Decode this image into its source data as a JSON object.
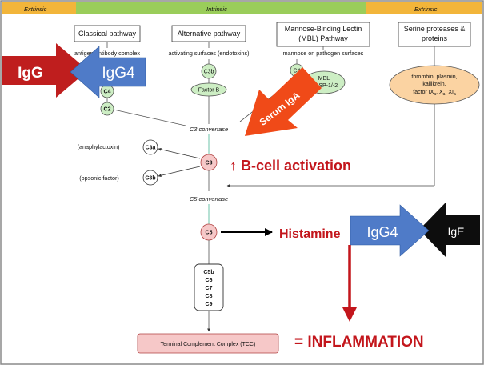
{
  "bands": {
    "extrinsic_left": "Extrinsic",
    "intrinsic": "Intrinsic",
    "extrinsic_right": "Extrinsic"
  },
  "pathways": {
    "classical": "Classical pathway",
    "alternative": "Alternative pathway",
    "mbl_line1": "Mannose-Binding Lectin",
    "mbl_line2": "(MBL) Pathway",
    "serine_line1": "Serine proteases &",
    "serine_line2": "proteins"
  },
  "triggers": {
    "classical": "antigen-antibody complex",
    "alternative": "activating surfaces (endotoxins)",
    "mbl": "mannose on pathogen surfaces"
  },
  "serine_proteins": {
    "line1": "thrombin, plasmin,",
    "line2": "kallikrein,",
    "line3": "factor IX",
    "line3_sub1": "a",
    "line3_mid": ", X",
    "line3_sub2": "a",
    "line3_mid2": ", XI",
    "line3_sub3": "a"
  },
  "nodes": {
    "c4_classical": "C4",
    "c2": "C2",
    "c3b_alt": "C3b",
    "factor_b": "Factor B",
    "c4_mbl": "C4",
    "mbl_line1": "MBL",
    "mbl_line2": "MASP-1/-2",
    "c3_convertase": "C3 convertase",
    "c3a": "C3a",
    "c3a_label": "(anaphylactoxin)",
    "c3": "C3",
    "c3b": "C3b",
    "c3b_label": "(opsonic factor)",
    "c5_convertase": "C5 convertase",
    "c5": "C5",
    "mac": [
      "C5b",
      "C6",
      "C7",
      "C8",
      "C9"
    ],
    "tcc": "Terminal Complement Complex (TCC)"
  },
  "overlays": {
    "igg": "IgG",
    "igg4_top": "IgG4",
    "serum_iga": "Serum IgA",
    "bcell": "↑ B-cell activation",
    "histamine": "Histamine",
    "igg4_right": "IgG4",
    "ige": "IgE",
    "inflammation": "= INFLAMMATION"
  },
  "colors": {
    "extrinsic_band": "#f2b53a",
    "intrinsic_band": "#9acd5a",
    "green_node": "#cdeec4",
    "pink_node": "#f6c8c8",
    "orange_node": "#fbd3a2",
    "igg_red": "#bf1e1e",
    "igg4_blue": "#4f7bc8",
    "serum_iga_orange": "#f04a18",
    "ige_black": "#0d0d0d",
    "text_red": "#c3161c"
  }
}
